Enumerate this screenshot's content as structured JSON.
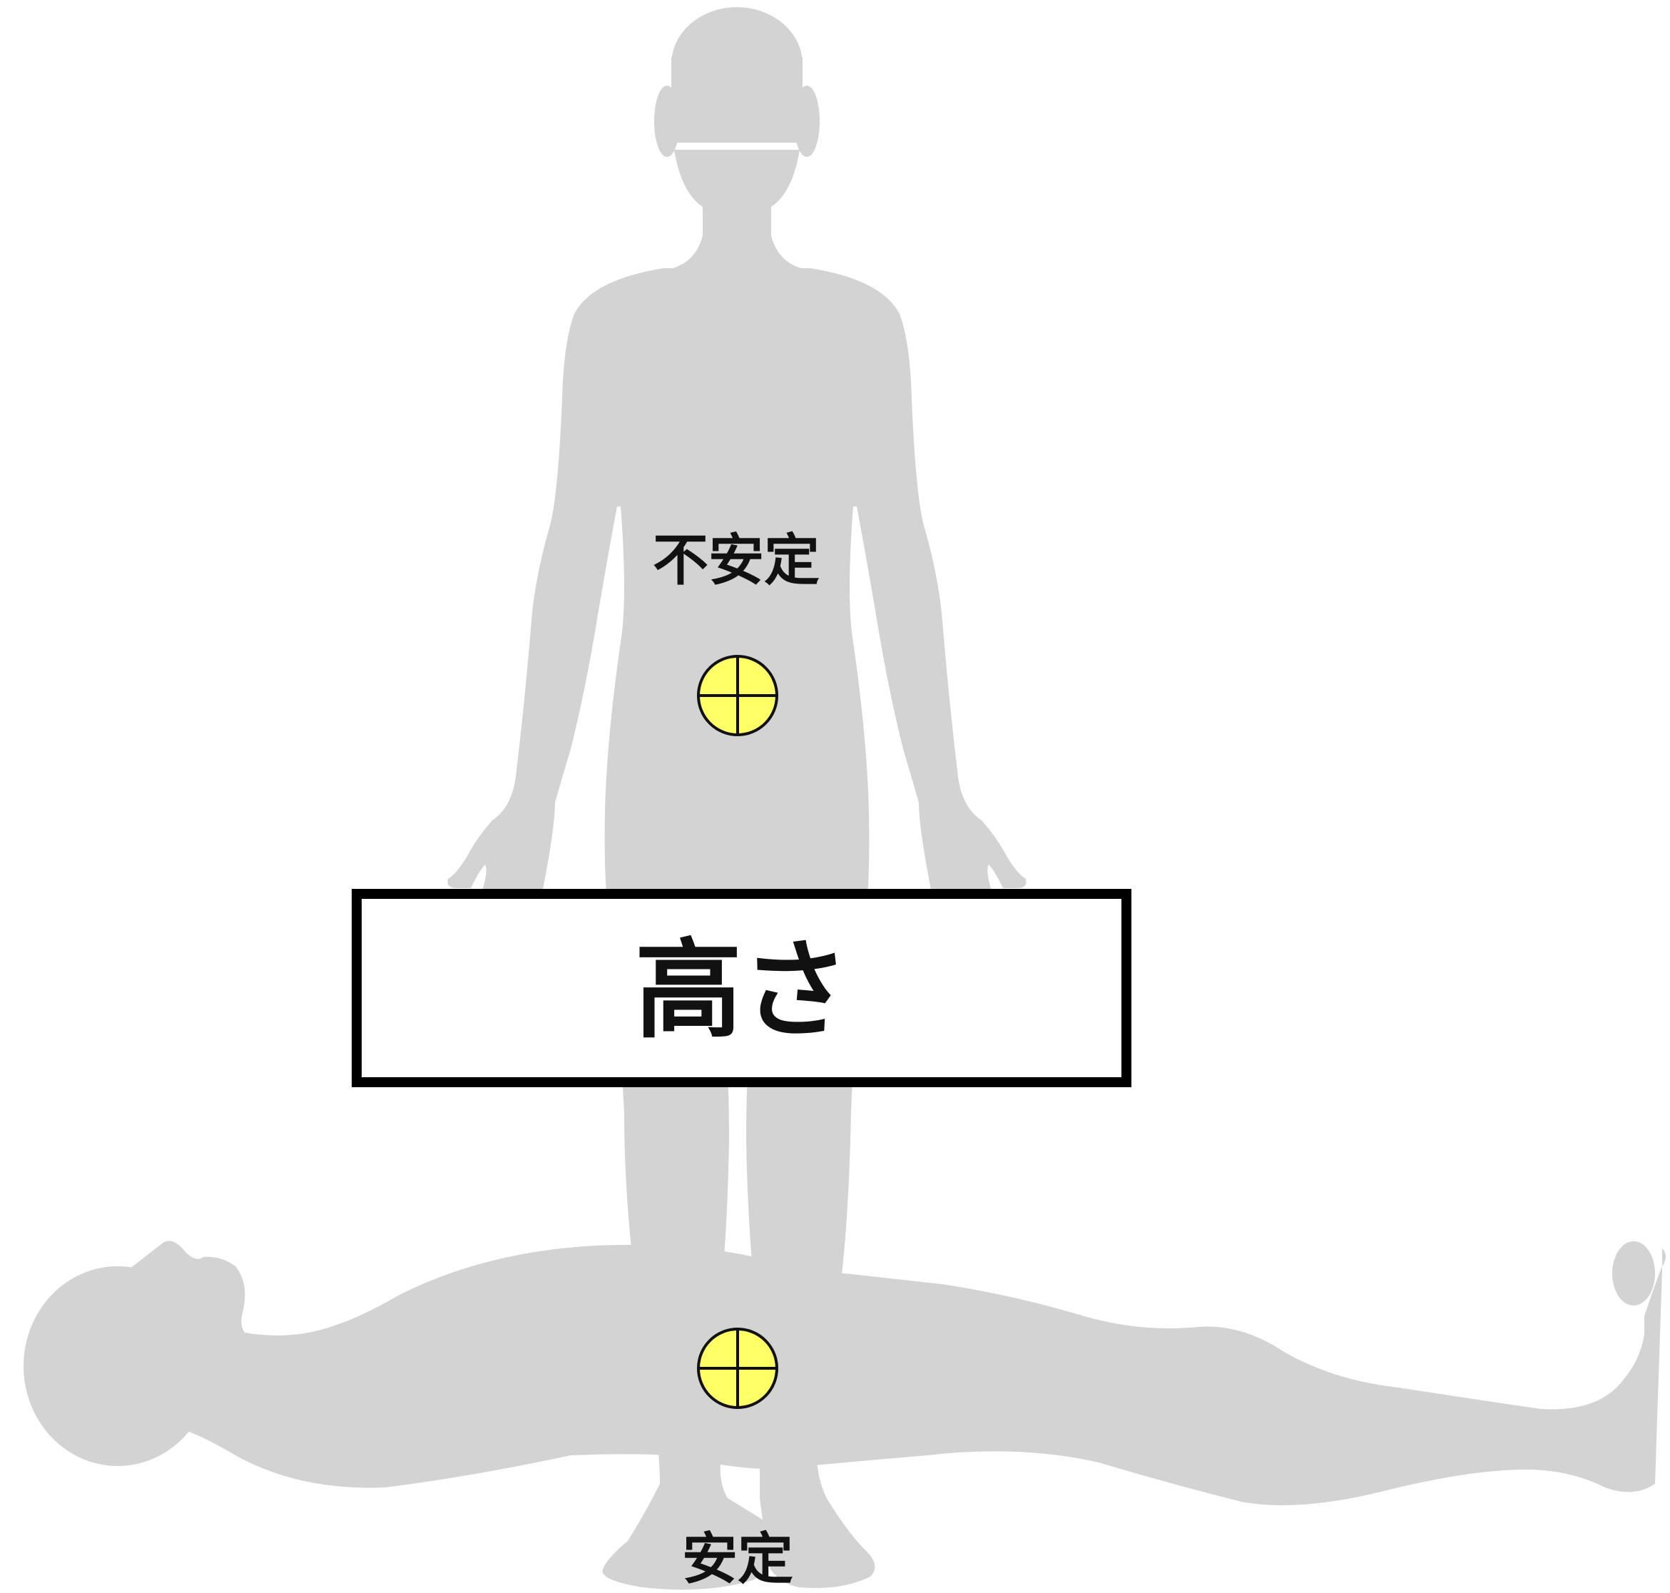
{
  "labels": {
    "unstable": "不安定",
    "stable": "安定",
    "height": "高さ"
  },
  "colors": {
    "silhouette": "#d3d3d3",
    "center_of_gravity_fill": "#ffff66",
    "outline": "#111111",
    "box_fill": "#ffffff"
  },
  "icons": {
    "center_of_gravity": "center-of-gravity-icon"
  }
}
